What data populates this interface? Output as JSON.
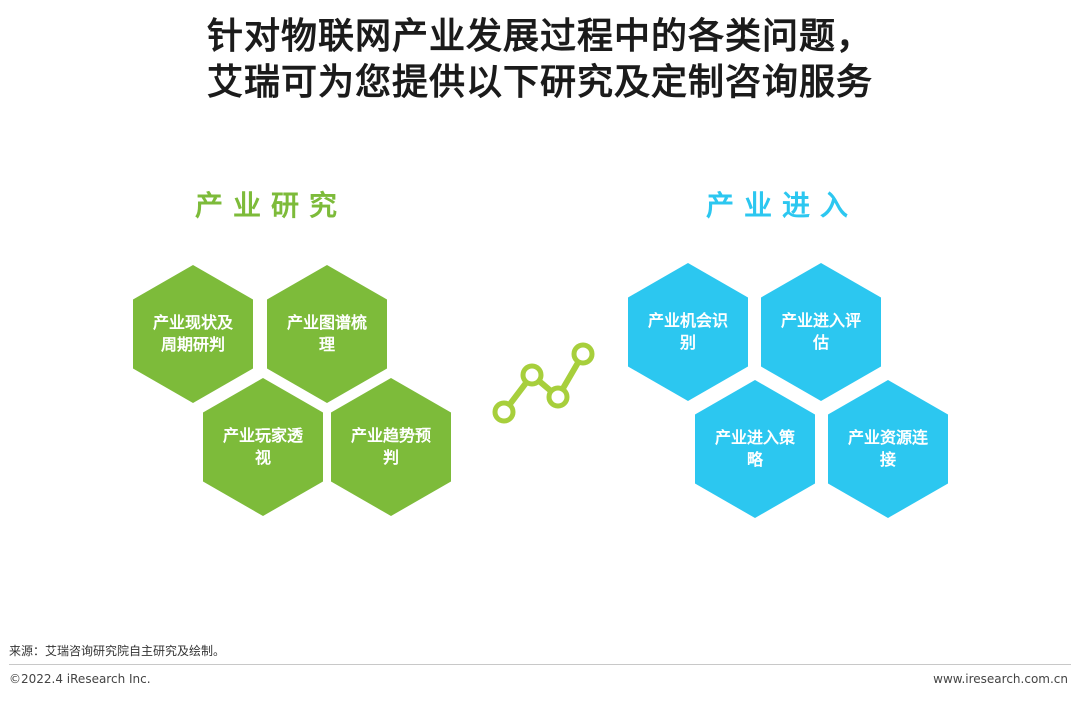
{
  "title": {
    "line1": "针对物联网产业发展过程中的各类问题，",
    "line2": "艾瑞可为您提供以下研究及定制咨询服务"
  },
  "colors": {
    "green": "#7dbb3a",
    "blue": "#2cc7f0",
    "dark": "#1b1b1b"
  },
  "left_section": {
    "title": "产业研究",
    "items": [
      {
        "label": "产业现状及周期研判"
      },
      {
        "label": "产业图谱梳理"
      },
      {
        "label": "产业玩家透视"
      },
      {
        "label": "产业趋势预判"
      }
    ]
  },
  "right_section": {
    "title": "产业进入",
    "items": [
      {
        "label": "产业机会识别"
      },
      {
        "label": "产业进入评估"
      },
      {
        "label": "产业进入策略"
      },
      {
        "label": "产业资源连接"
      }
    ]
  },
  "connector_icon": "trend-line-icon",
  "footer": {
    "source": "来源：艾瑞咨询研究院自主研究及绘制。",
    "copyright": "©2022.4 iResearch Inc.",
    "website": "www.iresearch.com.cn"
  }
}
